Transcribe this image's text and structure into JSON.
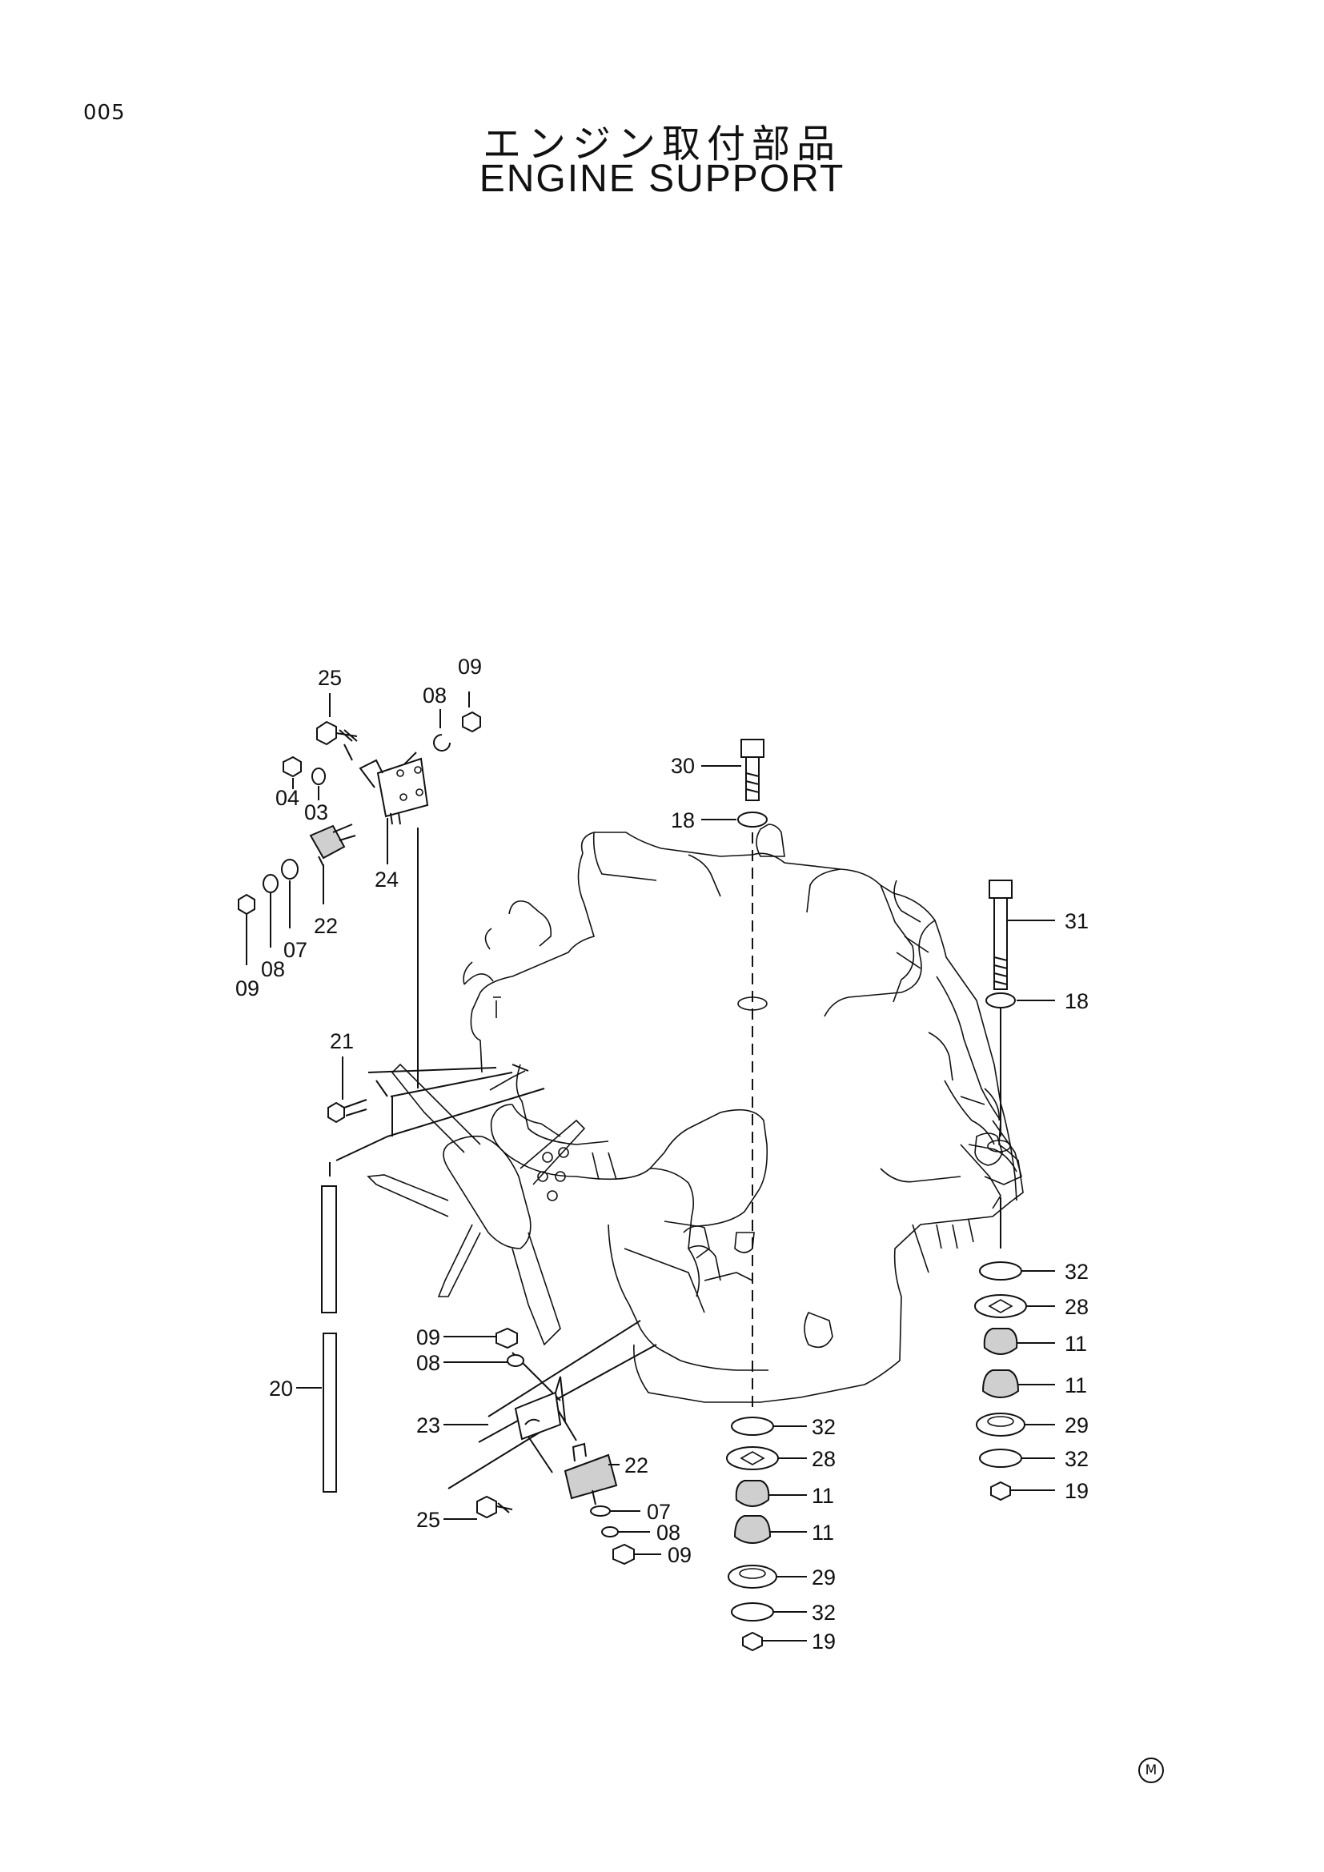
{
  "page": {
    "number": "005",
    "mark": "M"
  },
  "title": {
    "japanese": "エンジン取付部品",
    "english": "ENGINE SUPPORT"
  },
  "callouts": {
    "c25a": "25",
    "c09a": "09",
    "c08a": "08",
    "c04": "04",
    "c03": "03",
    "c24": "24",
    "c22a": "22",
    "c07a": "07",
    "c08b": "08",
    "c09b": "09",
    "c21": "21",
    "c20": "20",
    "c30": "30",
    "c18a": "18",
    "c31": "31",
    "c18b": "18",
    "c32a": "32",
    "c28a": "28",
    "c11a": "11",
    "c11b": "11",
    "c29a": "29",
    "c32b": "32",
    "c19a": "19",
    "c09c": "09",
    "c08c": "08",
    "c23": "23",
    "c22b": "22",
    "c25b": "25",
    "c07b": "07",
    "c08d": "08",
    "c09d": "09",
    "c32c": "32",
    "c28b": "28",
    "c11c": "11",
    "c11d": "11",
    "c29b": "29",
    "c32d": "32",
    "c19b": "19"
  }
}
